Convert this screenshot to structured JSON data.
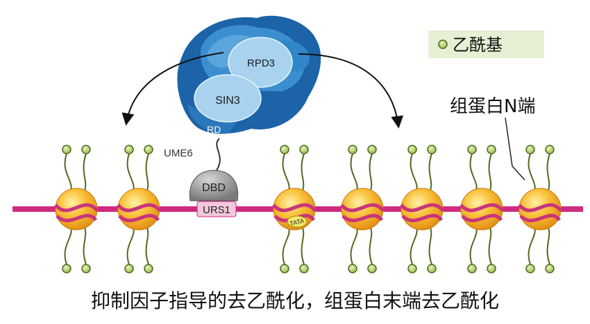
{
  "legend": {
    "label": "乙酰基"
  },
  "complex": {
    "rpd3": "RPD3",
    "sin3": "SIN3",
    "rd": "RD",
    "ume6": "UME6",
    "dbd": "DBD"
  },
  "dna": {
    "urs1": "URS1",
    "tata": "TATA"
  },
  "annotation": {
    "histone_tail": "组蛋白N端"
  },
  "caption": "抑制因子指导的去乙酰化，组蛋白末端去乙酰化",
  "colors": {
    "dna": "#d02a80",
    "nucleosome": "#f7a81c",
    "nucleosome_band": "#c9347c",
    "acetyl": "#9cc35a",
    "tail": "#4f6b1e",
    "complex_dark": "#1c63a8",
    "complex_mid": "#2f86c8",
    "complex_light": "#a9d2ef",
    "dbd": "#8c8c8c",
    "legend_bg": "#e6f0d4"
  }
}
